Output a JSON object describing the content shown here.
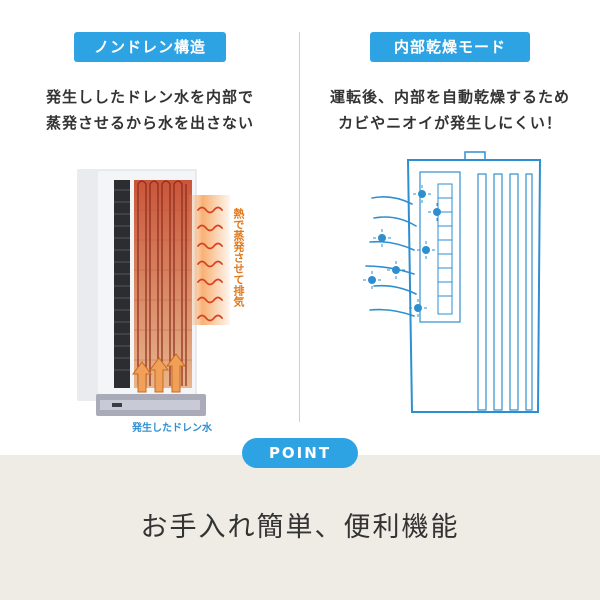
{
  "left": {
    "tag": "ノンドレン構造",
    "desc_line1": "発生ししたドレン水を内部で",
    "desc_line2": "蒸発させるから水を出さない",
    "heat_text": "熱で蒸発させて排気",
    "caption": "発生したドレン水"
  },
  "right": {
    "tag": "内部乾燥モード",
    "desc_line1": "運転後、内部を自動乾燥するため",
    "desc_line2": "カビやニオイが発生しにくい！"
  },
  "footer": {
    "badge": "POINT",
    "headline": "お手入れ簡単、便利機能"
  },
  "colors": {
    "accent": "#2ea3e3",
    "heat": "#e07a1f",
    "footer_bg": "#efece6"
  }
}
